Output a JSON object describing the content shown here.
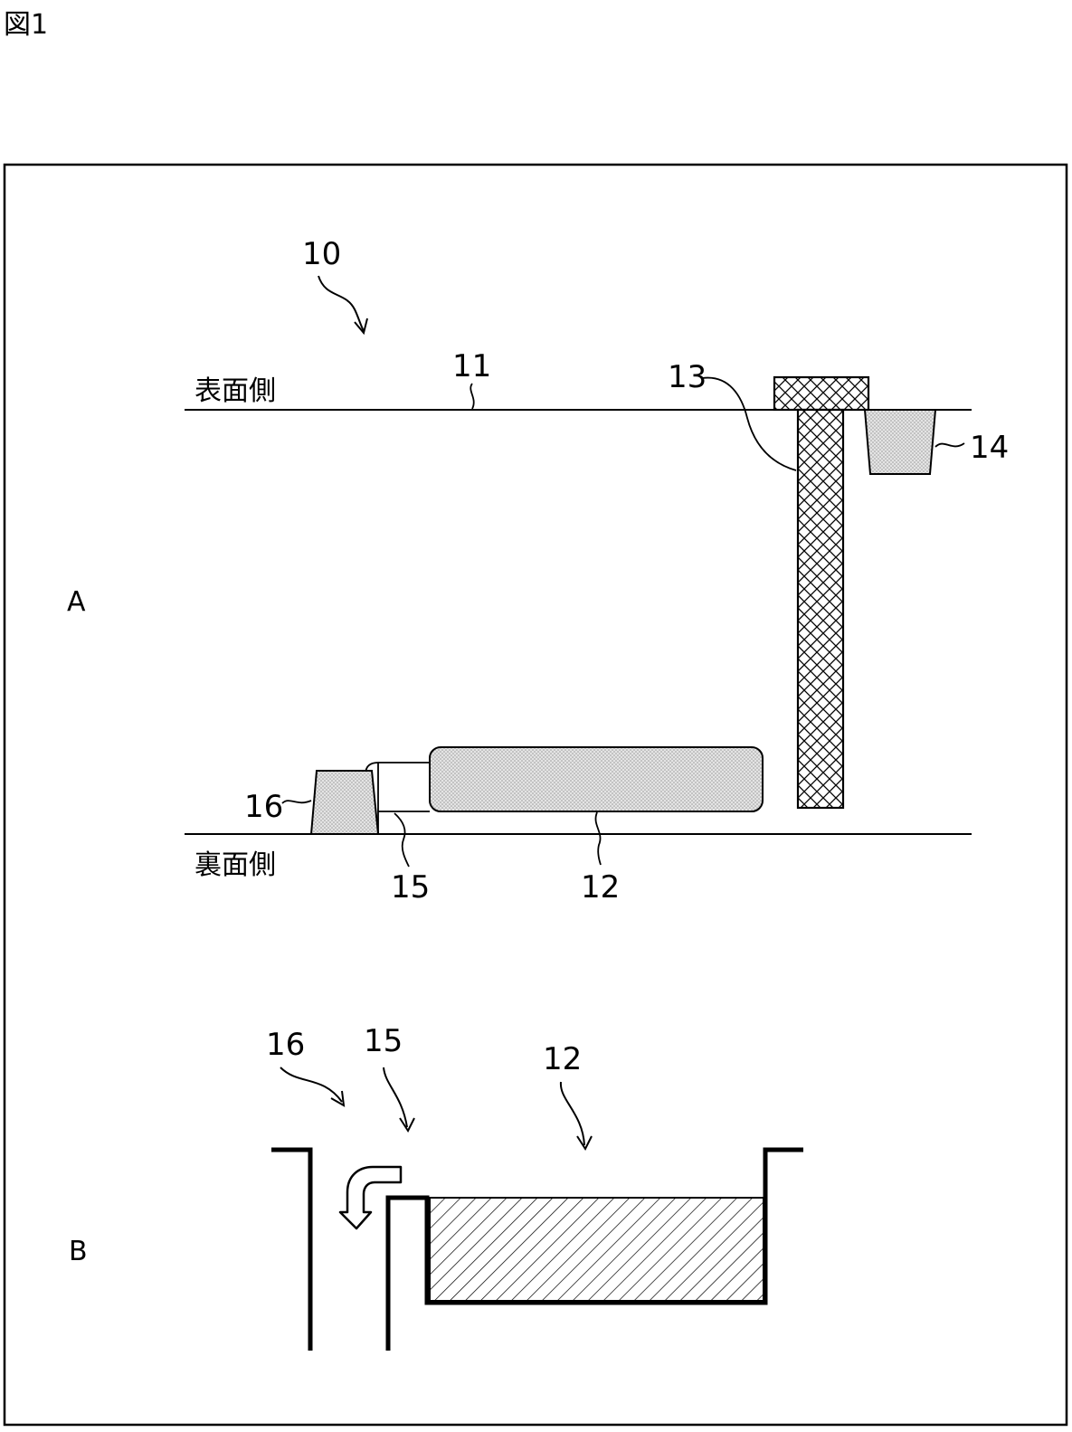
{
  "figure_title": "図1",
  "panel_a": {
    "label": "A",
    "surface_front_label": "表面側",
    "surface_back_label": "裏面側",
    "ref_10": "10",
    "ref_11": "11",
    "ref_12": "12",
    "ref_13": "13",
    "ref_14": "14",
    "ref_15": "15",
    "ref_16": "16"
  },
  "panel_b": {
    "label": "B",
    "ref_12": "12",
    "ref_15": "15",
    "ref_16": "16"
  }
}
